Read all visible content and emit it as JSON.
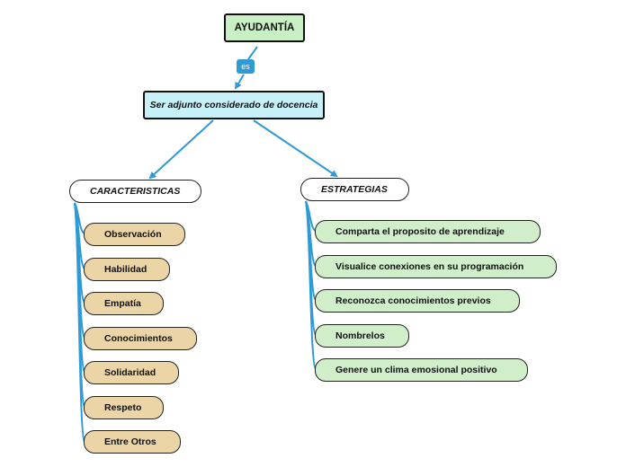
{
  "root": {
    "label": "AYUDANTÍA"
  },
  "relation": {
    "label": "es"
  },
  "concept": {
    "label": "Ser adjunto considerado de docencia"
  },
  "left_branch": {
    "label": "CARACTERISTICAS",
    "items": [
      "Observación",
      "Habilidad",
      "Empatía",
      "Conocimientos",
      "Solidaridad",
      "Respeto",
      "Entre Otros"
    ]
  },
  "right_branch": {
    "label": "ESTRATEGIAS",
    "items": [
      "Comparta el proposito de aprendizaje",
      "Visualice conexiones en su programación",
      "Reconozca conocimientos previos",
      "Nombrelos",
      "Genere un clima emosional positivo"
    ]
  },
  "colors": {
    "root_fill": "#c9efc4",
    "concept_fill": "#c7f0f9",
    "relation_fill": "#2e9ad6",
    "left_item_fill": "#ebd5a6",
    "right_item_fill": "#cfeec9",
    "connector": "#2e9ad6"
  }
}
